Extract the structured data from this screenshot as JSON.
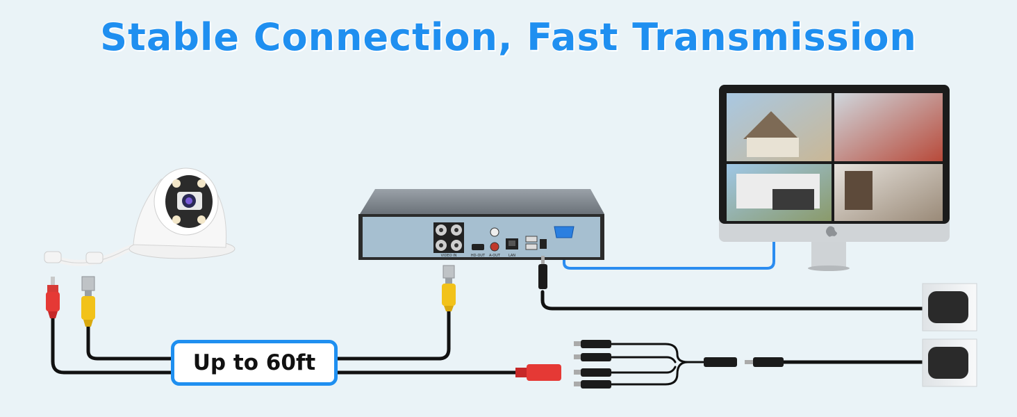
{
  "title": "Stable Connection, Fast Transmission",
  "badge": {
    "text": "Up to 60ft"
  },
  "dvr": {
    "ports": {
      "video_in": "VIDEO IN",
      "hd_out": "HD-OUT",
      "a_out": "A-OUT",
      "lan": "LAN"
    }
  },
  "icons": [
    "dome-camera-icon",
    "dvr-recorder-icon",
    "monitor-icon",
    "power-adapter-icon",
    "splitter-cable-icon",
    "apple-logo-icon"
  ],
  "colors": {
    "title": "#1f8ff0",
    "badge_border": "#1f8ff0",
    "vga_cable": "#2b8cf0",
    "bnc_yellow": "#f2c21a",
    "dc_red": "#e53935",
    "cable_black": "#111111"
  }
}
